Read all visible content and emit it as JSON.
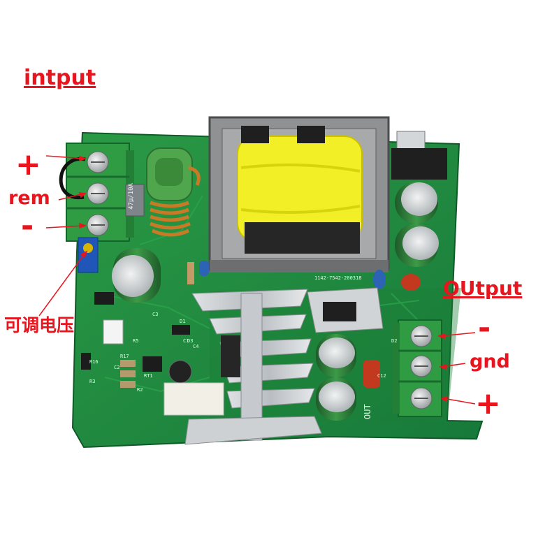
{
  "labels": {
    "input_title": "intput",
    "input_plus": "+",
    "input_rem": "rem",
    "input_minus": "-",
    "adjust_voltage": "可调电压",
    "output_title": "OUtput",
    "output_minus": "-",
    "output_gnd": "gnd",
    "output_plus": "+"
  },
  "board_text": {
    "inductor_marking": "47μ/10A",
    "pcb_code": "1142-7542-200318",
    "out_marking": "OUT",
    "refs": [
      "C3",
      "C4",
      "C2",
      "C1",
      "R2",
      "R3",
      "R5",
      "D1",
      "D2",
      "D3",
      "C12",
      "R16",
      "R17",
      "RT1"
    ]
  },
  "colors": {
    "label_red": "#e8141e",
    "pcb_green": "#1f8a3a",
    "terminal_green": "#2e9a42",
    "transformer_yellow": "#f2ef26",
    "heatsink_silver": "#c9cdd0"
  }
}
